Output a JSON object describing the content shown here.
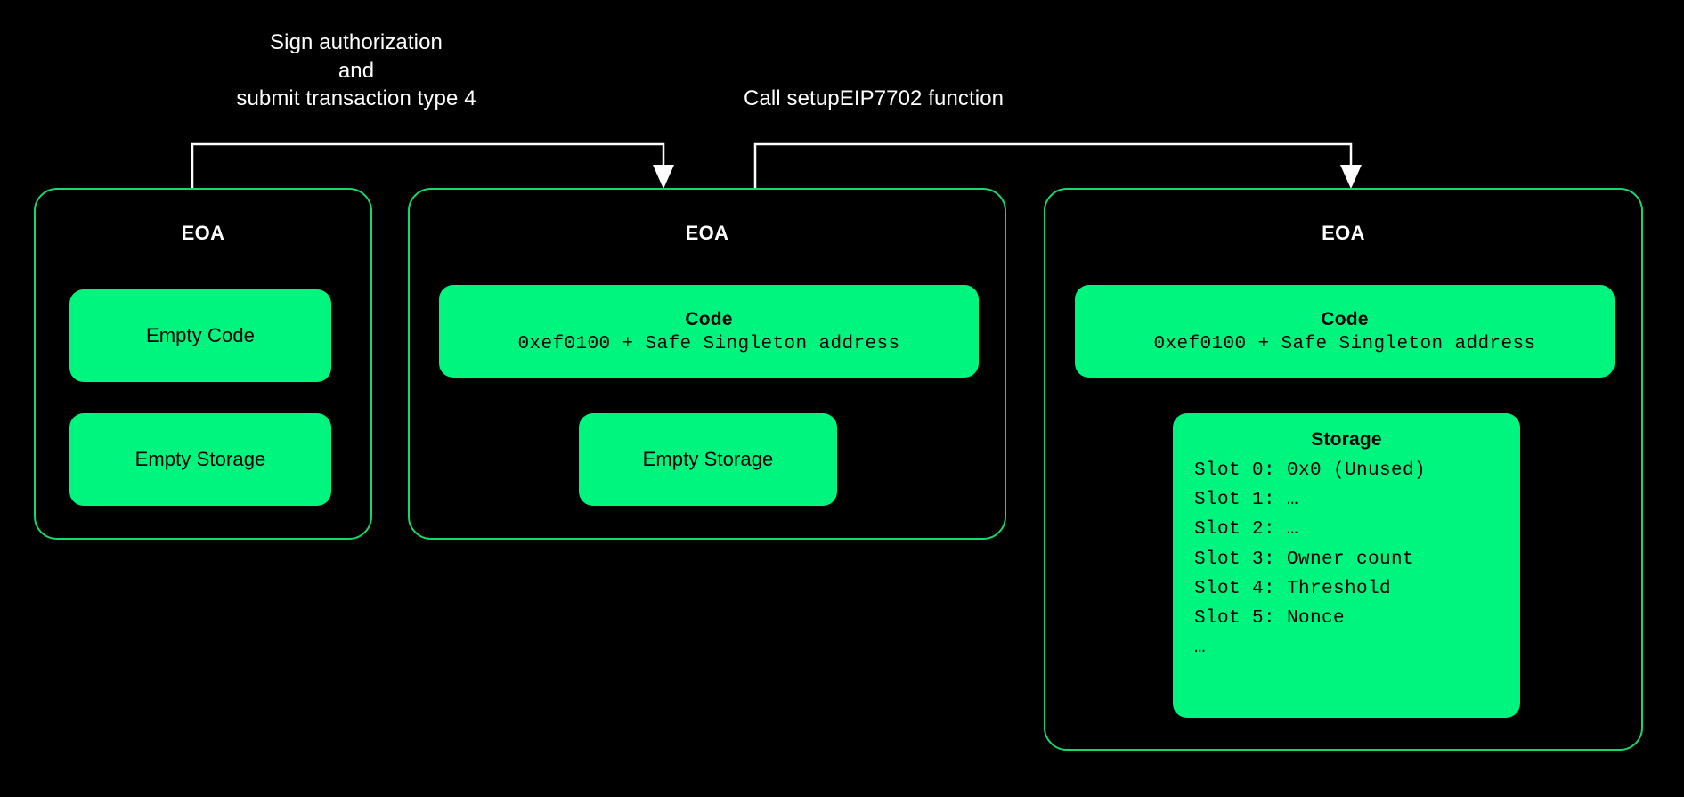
{
  "diagram": {
    "background_color": "#000000",
    "accent_green": "#00f57f",
    "border_green": "#13d86b",
    "label_color": "#ffffff"
  },
  "connectors": [
    {
      "id": "connector-1",
      "label": "Sign authorization\nand\nsubmit transaction type 4",
      "from": "eoa-box-1",
      "to": "eoa-box-2"
    },
    {
      "id": "connector-2",
      "label": "Call setupEIP7702 function",
      "from": "eoa-box-2",
      "to": "eoa-box-3"
    }
  ],
  "boxes": [
    {
      "id": "eoa-box-1",
      "title": "EOA",
      "panels": [
        {
          "id": "empty-code",
          "single": "Empty Code"
        },
        {
          "id": "empty-storage",
          "single": "Empty Storage"
        }
      ]
    },
    {
      "id": "eoa-box-2",
      "title": "EOA",
      "panels": [
        {
          "id": "code",
          "title": "Code",
          "mono": "0xef0100 + Safe Singleton address"
        },
        {
          "id": "empty-storage",
          "single": "Empty Storage"
        }
      ]
    },
    {
      "id": "eoa-box-3",
      "title": "EOA",
      "panels": [
        {
          "id": "code",
          "title": "Code",
          "mono": "0xef0100 + Safe Singleton address"
        },
        {
          "id": "storage",
          "title": "Storage",
          "lines": "Slot 0: 0x0 (Unused)\nSlot 1: …\nSlot 2: …\nSlot 3: Owner count\nSlot 4: Threshold\nSlot 5: Nonce\n…"
        }
      ]
    }
  ]
}
